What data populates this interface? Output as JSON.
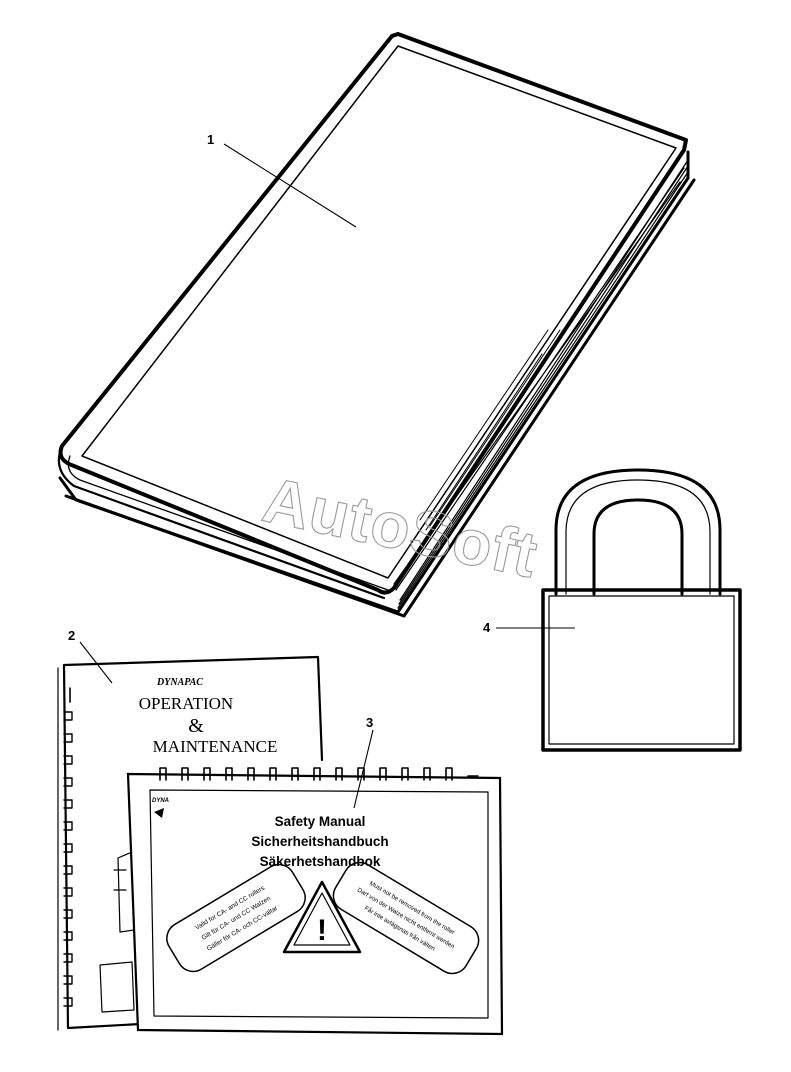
{
  "callouts": {
    "book": "1",
    "operation_manual": "2",
    "safety_manual": "3",
    "padlock": "4"
  },
  "watermark": "AutoSoft",
  "operation_manual": {
    "brand": "DYNAPAC",
    "title_line1": "OPERATION",
    "title_line2": "&",
    "title_line3": "MAINTENANCE"
  },
  "safety_manual": {
    "brand": "DYNA",
    "title_en": "Safety Manual",
    "title_de": "Sicherheitshandbuch",
    "title_sv": "Säkerhetshandbok",
    "left_label": [
      "Valid for CA- and CC rollers",
      "Gilt für CA- und CC Walzen",
      "Gäller för CA- och CC-vältar"
    ],
    "right_label": [
      "Must not be removed from the roller",
      "Darf von der Walze nicht entfernt werden",
      "Får inte avlägsnas från välten"
    ],
    "warning_symbol": "!"
  }
}
